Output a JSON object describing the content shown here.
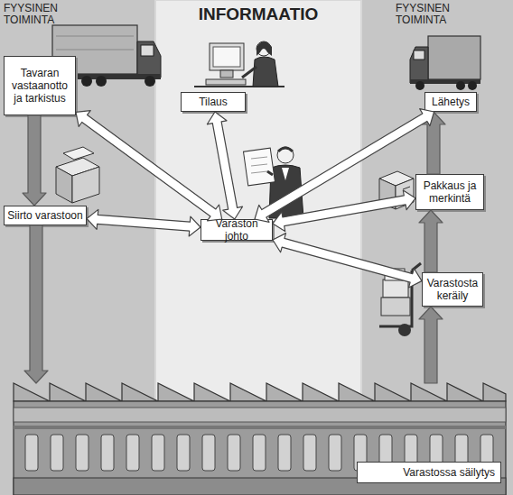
{
  "diagram": {
    "nodes": [
      {
        "text": [
          "Tavaran vastaanotto ja tarkistus"
        ]
      },
      {
        "text": [
          "Tilaus"
        ]
      },
      {
        "text": [
          "Lähetys"
        ]
      },
      {
        "text": [
          "Siirto varastoon"
        ]
      },
      {
        "text": [
          "Pakkaus ja merkintä"
        ]
      },
      {
        "text": [
          "Varaston johto"
        ]
      },
      {
        "text": [
          "Varastosta keräily"
        ]
      },
      {
        "text": [
          "Varastossa säilytys"
        ]
      }
    ],
    "edges": [
      {
        "from": 0,
        "to": 3,
        "arrow": "to"
      },
      {
        "from": 3,
        "to": 7,
        "arrow": "to"
      },
      {
        "from": 7,
        "to": 6,
        "arrow": "to"
      },
      {
        "from": 6,
        "to": 4,
        "arrow": "to"
      },
      {
        "from": 4,
        "to": 2,
        "arrow": "to"
      },
      {
        "from": 5,
        "to": 0,
        "arrow": "both"
      },
      {
        "from": 5,
        "to": 1,
        "arrow": "both"
      },
      {
        "from": 5,
        "to": 2,
        "arrow": "both"
      },
      {
        "from": 5,
        "to": 3,
        "arrow": "both"
      },
      {
        "from": 5,
        "to": 4,
        "arrow": "both"
      },
      {
        "from": 5,
        "to": 6,
        "arrow": "both"
      }
    ],
    "labels": [
      "FYYSINEN TOIMINTA",
      "INFORMAATIO",
      "FYYSINEN TOIMINTA"
    ]
  }
}
